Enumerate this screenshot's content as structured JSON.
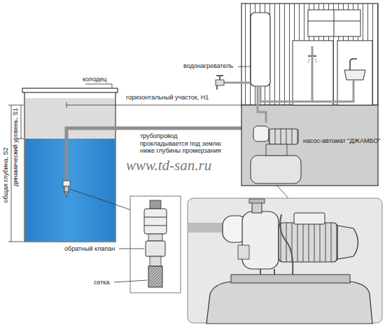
{
  "diagram": {
    "labels": [
      "водонагреватель",
      "колодец",
      "горизонтальный участок, Н1",
      "общая глубина, S2",
      "динамический уровень, S1",
      "трубопровод прокладывается под землю ниже глубины промерзания",
      "насос-автомат \"ДЖАМБО\"",
      "www.td-san.ru",
      "обратный клапан",
      "сетка"
    ]
  }
}
